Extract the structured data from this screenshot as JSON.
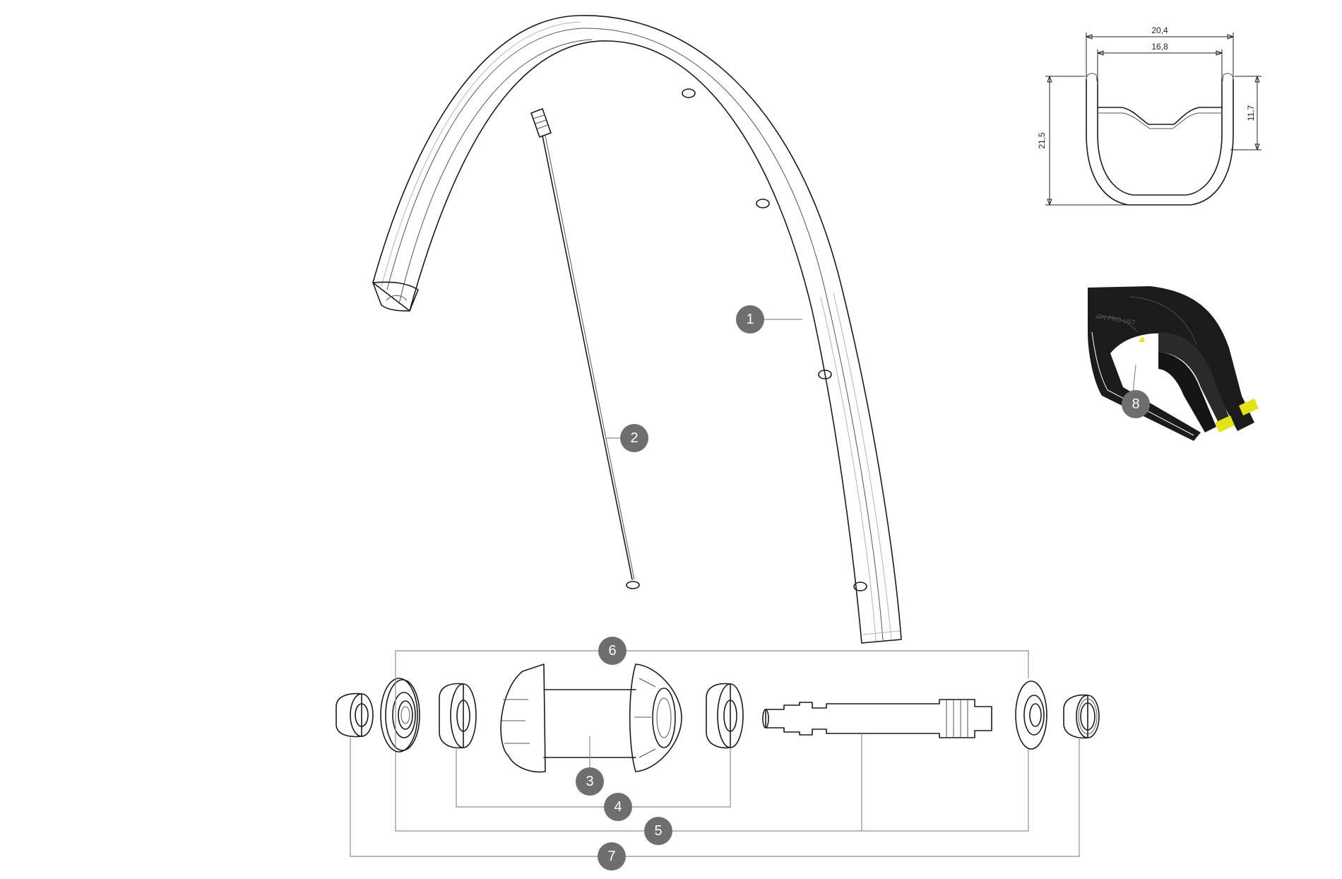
{
  "diagram": {
    "callouts": [
      {
        "number": "1",
        "part": "rim"
      },
      {
        "number": "2",
        "part": "spoke"
      },
      {
        "number": "3",
        "part": "hub-body"
      },
      {
        "number": "4",
        "part": "bearings"
      },
      {
        "number": "5",
        "part": "axle-and-caps"
      },
      {
        "number": "6",
        "part": "end-caps"
      },
      {
        "number": "7",
        "part": "outer-end-caps"
      },
      {
        "number": "8",
        "part": "tire"
      }
    ],
    "rim_profile_dimensions": {
      "outer_width": "20,4",
      "inner_width": "16,8",
      "total_height": "21,5",
      "hook_height": "11,7"
    },
    "tire_label": "ON PRO UST",
    "colors": {
      "callout_fill": "#6e6e6e",
      "callout_text": "#ffffff",
      "leader_line": "#8e8e8e",
      "tire_black": "#1b1b1b",
      "tubeless_valve_yellow": "#e4e21a"
    }
  }
}
